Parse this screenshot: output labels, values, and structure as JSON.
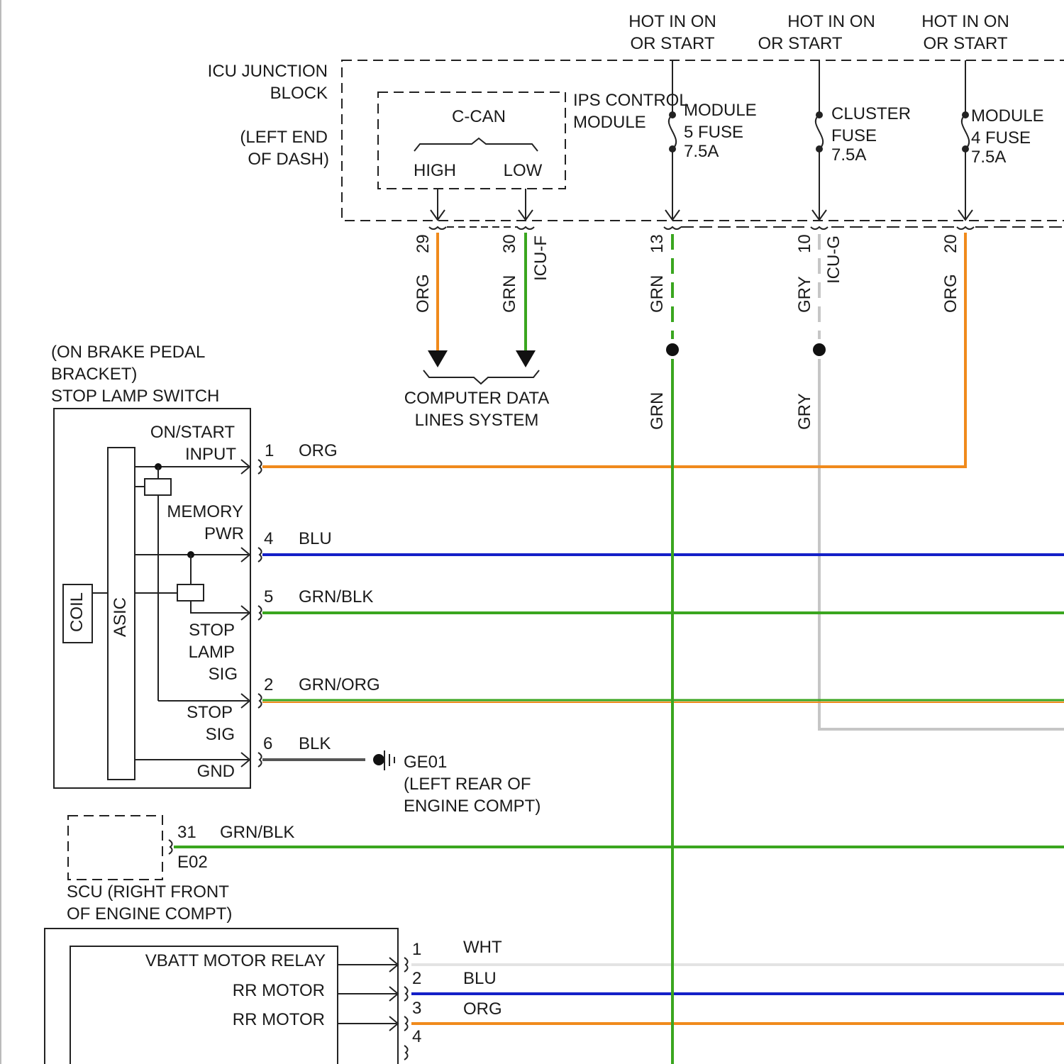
{
  "colors": {
    "org": "#f08a1c",
    "grn": "#3aa61f",
    "blu": "#1420c8",
    "gry": "#c6c6c6",
    "blk": "#555555",
    "wht": "#e3e3e3",
    "ink": "#222222"
  },
  "header": {
    "hot1": [
      "HOT IN ON",
      "OR START"
    ],
    "hot2": [
      "HOT IN ON",
      "OR START"
    ],
    "hot3": [
      "HOT IN ON",
      "OR START"
    ]
  },
  "icu": {
    "title": [
      "ICU JUNCTION",
      "BLOCK"
    ],
    "location": [
      "(LEFT END",
      "OF DASH)"
    ],
    "can_label": "C-CAN",
    "high": "HIGH",
    "low": "LOW",
    "ips": [
      "IPS CONTROL",
      "MODULE"
    ],
    "fuse_a": [
      "MODULE",
      "5 FUSE",
      "7.5A"
    ],
    "fuse_b": [
      "CLUSTER",
      "FUSE",
      "7.5A"
    ],
    "fuse_c": [
      "MODULE",
      "4 FUSE",
      "7.5A"
    ]
  },
  "pins": {
    "p29": "29",
    "p30": "30",
    "p13": "13",
    "p10": "10",
    "p20": "20",
    "conn_f": "ICU-F",
    "conn_g": "ICU-G"
  },
  "wire_labels": {
    "org": "ORG",
    "grn": "GRN",
    "gry": "GRY",
    "blu": "BLU",
    "grn_blk": "GRN/BLK",
    "grn_org": "GRN/ORG",
    "blk": "BLK",
    "wht": "WHT"
  },
  "data_lines": [
    "COMPUTER DATA",
    "LINES SYSTEM"
  ],
  "switch": {
    "location": [
      "(ON BRAKE PEDAL",
      "BRACKET)"
    ],
    "title": "STOP LAMP SWITCH",
    "on_start": [
      "ON/START",
      "INPUT"
    ],
    "memory": [
      "MEMORY",
      "PWR"
    ],
    "stop_lamp": [
      "STOP",
      "LAMP",
      "SIG"
    ],
    "stop_sig": [
      "STOP",
      "SIG"
    ],
    "gnd": "GND",
    "coil": "COIL",
    "asic": "ASIC",
    "pin1": "1",
    "pin4": "4",
    "pin5": "5",
    "pin2": "2",
    "pin6": "6"
  },
  "ground": {
    "id": "GE01",
    "location": [
      "(LEFT REAR OF",
      "ENGINE COMPT)"
    ]
  },
  "scu": {
    "pin": "31",
    "conn": "E02",
    "label": [
      "SCU (RIGHT FRONT",
      "OF ENGINE COMPT)"
    ]
  },
  "relay": {
    "vbatt": "VBATT MOTOR RELAY",
    "rr1": "RR MOTOR",
    "rr2": "RR MOTOR",
    "pin1": "1",
    "pin2": "2",
    "pin3": "3",
    "pin4": "4"
  }
}
